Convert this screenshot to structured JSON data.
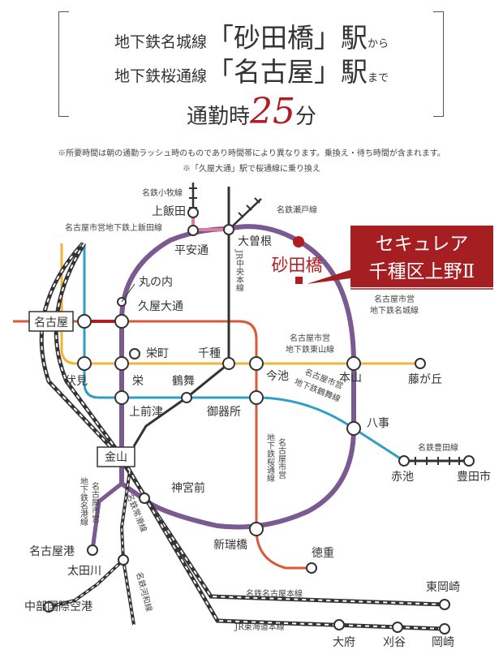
{
  "header": {
    "line1_prefix": "地下鉄名城線",
    "line1_station": "「砂田橋」",
    "line1_eki": "駅",
    "line1_suffix": "から",
    "line2_prefix": "地下鉄桜通線",
    "line2_station": "「名古屋」",
    "line2_eki": "駅",
    "line2_suffix": "まで",
    "commute_label": "通勤時",
    "commute_minutes": "25",
    "commute_unit": "分"
  },
  "notes": {
    "note1": "※所要時間は朝の通勤ラッシュ時のものであり時間帯により異なります。乗換え・待ち時間が含まれます。",
    "note2": "※「久屋大通」駅で桜通線に乗り換え"
  },
  "property": {
    "name_line1": "セキュレア",
    "name_line2": "千種区上野Ⅱ",
    "color": "#a51e22"
  },
  "colors": {
    "meijo": "#7b5a92",
    "higashiyama": "#f0b43c",
    "sakura": "#d85a3a",
    "tsurumai": "#2f9fc6",
    "meiko": "#7b5a92",
    "kamiiida": "#e27a9e",
    "red_accent": "#b01e22"
  },
  "stations": {
    "nagoya": "名古屋",
    "kanayama": "金山",
    "sunadabashi": "砂田橋",
    "kamiiida": "上飯田",
    "heiando": "平安通",
    "ozone": "大曽根",
    "marunouchi": "丸の内",
    "hisaya": "久屋大通",
    "sakae_machi": "栄町",
    "chikusa": "千種",
    "fushimi": "伏見",
    "sakae": "栄",
    "imaike": "今池",
    "motoyama": "本山",
    "fujigaoka": "藤が丘",
    "tsurumai": "鶴舞",
    "kamimaezu": "上前津",
    "gokiso": "御器所",
    "yagoto": "八事",
    "akaike": "赤池",
    "toyotashi": "豊田市",
    "jingumae": "神宮前",
    "nagoyako": "名古屋港",
    "otagawa": "太田川",
    "chubu_airport": "中部国際空港",
    "aratamabashi": "新瑞橋",
    "tokushige": "徳重",
    "higashiokazaki": "東岡崎",
    "obu": "大府",
    "kariya": "刈谷",
    "okazaki": "岡崎"
  },
  "lines": {
    "meitetsu_komaki": "名鉄小牧線",
    "kamiiida_line": "名古屋市営地下鉄上飯田線",
    "seto_line": "名鉄瀬戸線",
    "chuo_line": "JR中央本線",
    "meijo_line1": "名古屋市営",
    "meijo_line2": "地下鉄名城線",
    "higashiyama_line1": "名古屋市営",
    "higashiyama_line2": "地下鉄東山線",
    "tsurumai_line1": "名古屋市営",
    "tsurumai_line2": "地下鉄鶴舞線",
    "sakura_line1": "名古屋市営",
    "sakura_line2": "地下鉄桜通線",
    "meiko_line1": "名古屋市営",
    "meiko_line2": "地下鉄名港線",
    "toyota_line": "名鉄豊田線",
    "tokoname_line": "名鉄常滑線",
    "kowa_line": "名鉄河和線",
    "nagoya_main": "名鉄名古屋本線",
    "tokaido": "JR東海道本線"
  }
}
